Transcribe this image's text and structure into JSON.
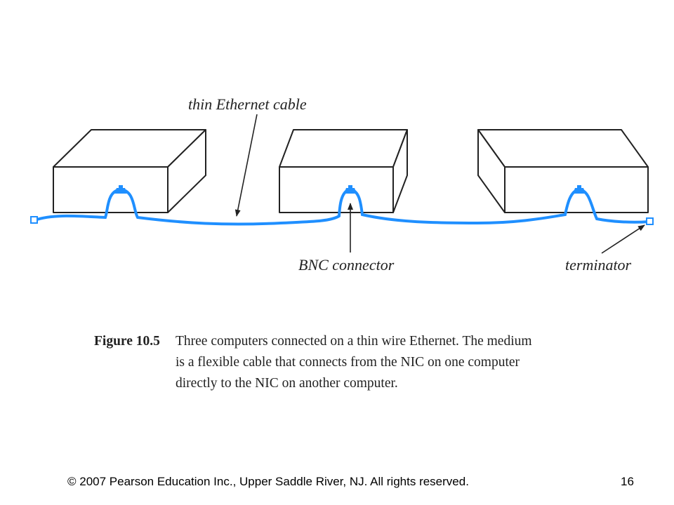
{
  "diagram": {
    "labels": {
      "cable": "thin Ethernet cable",
      "bnc": "BNC connector",
      "terminator": "terminator"
    },
    "computers": 3,
    "colors": {
      "cable": "#1f8fff",
      "outline": "#222222"
    }
  },
  "caption": {
    "figure_number": "Figure 10.5",
    "lines": [
      "Three computers connected on a thin wire Ethernet.  The medium",
      "is a flexible cable that connects from the NIC on one computer",
      "directly to the NIC on another computer."
    ]
  },
  "footer": {
    "copyright": "© 2007 Pearson Education Inc., Upper Saddle River, NJ. All rights reserved.",
    "page_number": "16"
  }
}
